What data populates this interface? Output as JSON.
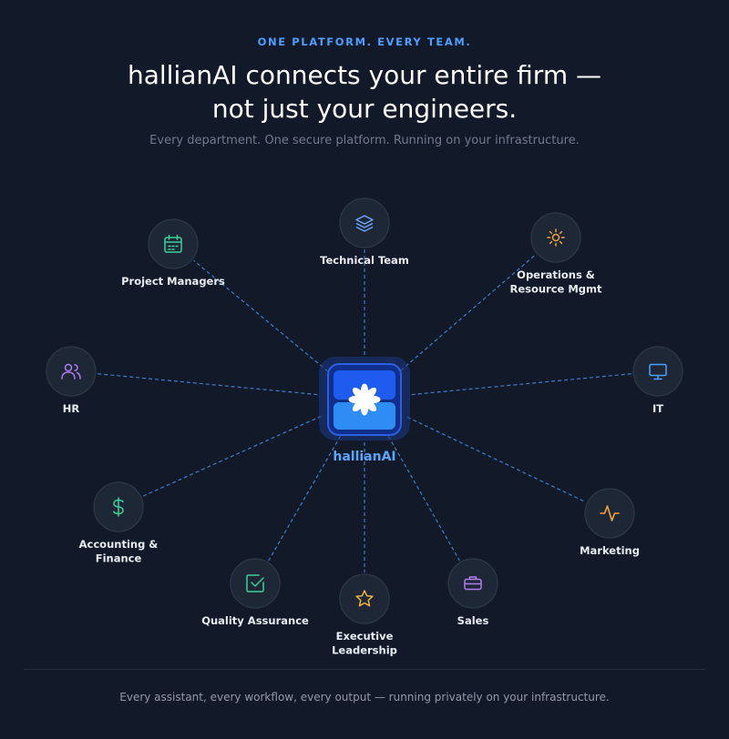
{
  "header": {
    "eyebrow": "ONE PLATFORM. EVERY TEAM.",
    "headline_line1": "hallianAI connects your entire firm —",
    "headline_line2": "not just your engineers.",
    "subhead": "Every department. One secure platform. Running on your infrastructure."
  },
  "hub": {
    "name": "hallianAI",
    "icon": "asterisk-flower-icon",
    "line_color": "#4a8de0"
  },
  "departments": [
    {
      "id": "technical-team",
      "lines": [
        "Technical Team"
      ],
      "icon": "layers-icon",
      "color": "#6aa6ff"
    },
    {
      "id": "operations",
      "lines": [
        "Operations &",
        "Resource Mgmt"
      ],
      "icon": "sun-icon",
      "color": "#f2a33a"
    },
    {
      "id": "it",
      "lines": [
        "IT"
      ],
      "icon": "monitor-icon",
      "color": "#4aa0ff"
    },
    {
      "id": "marketing",
      "lines": [
        "Marketing"
      ],
      "icon": "activity-icon",
      "color": "#f2a33a"
    },
    {
      "id": "sales",
      "lines": [
        "Sales"
      ],
      "icon": "briefcase-icon",
      "color": "#b07cf0"
    },
    {
      "id": "executive-leadership",
      "lines": [
        "Executive",
        "Leadership"
      ],
      "icon": "star-icon",
      "color": "#f2b33a"
    },
    {
      "id": "quality-assurance",
      "lines": [
        "Quality Assurance"
      ],
      "icon": "check-square-icon",
      "color": "#3fcf9a"
    },
    {
      "id": "accounting-finance",
      "lines": [
        "Accounting &",
        "Finance"
      ],
      "icon": "dollar-icon",
      "color": "#3fcf9a"
    },
    {
      "id": "hr",
      "lines": [
        "HR"
      ],
      "icon": "users-icon",
      "color": "#b07cf0"
    },
    {
      "id": "project-managers",
      "lines": [
        "Project Managers"
      ],
      "icon": "calendar-icon",
      "color": "#3fcf9a"
    }
  ],
  "footer": {
    "text": "Every assistant, every workflow, every output — running privately on your infrastructure."
  }
}
